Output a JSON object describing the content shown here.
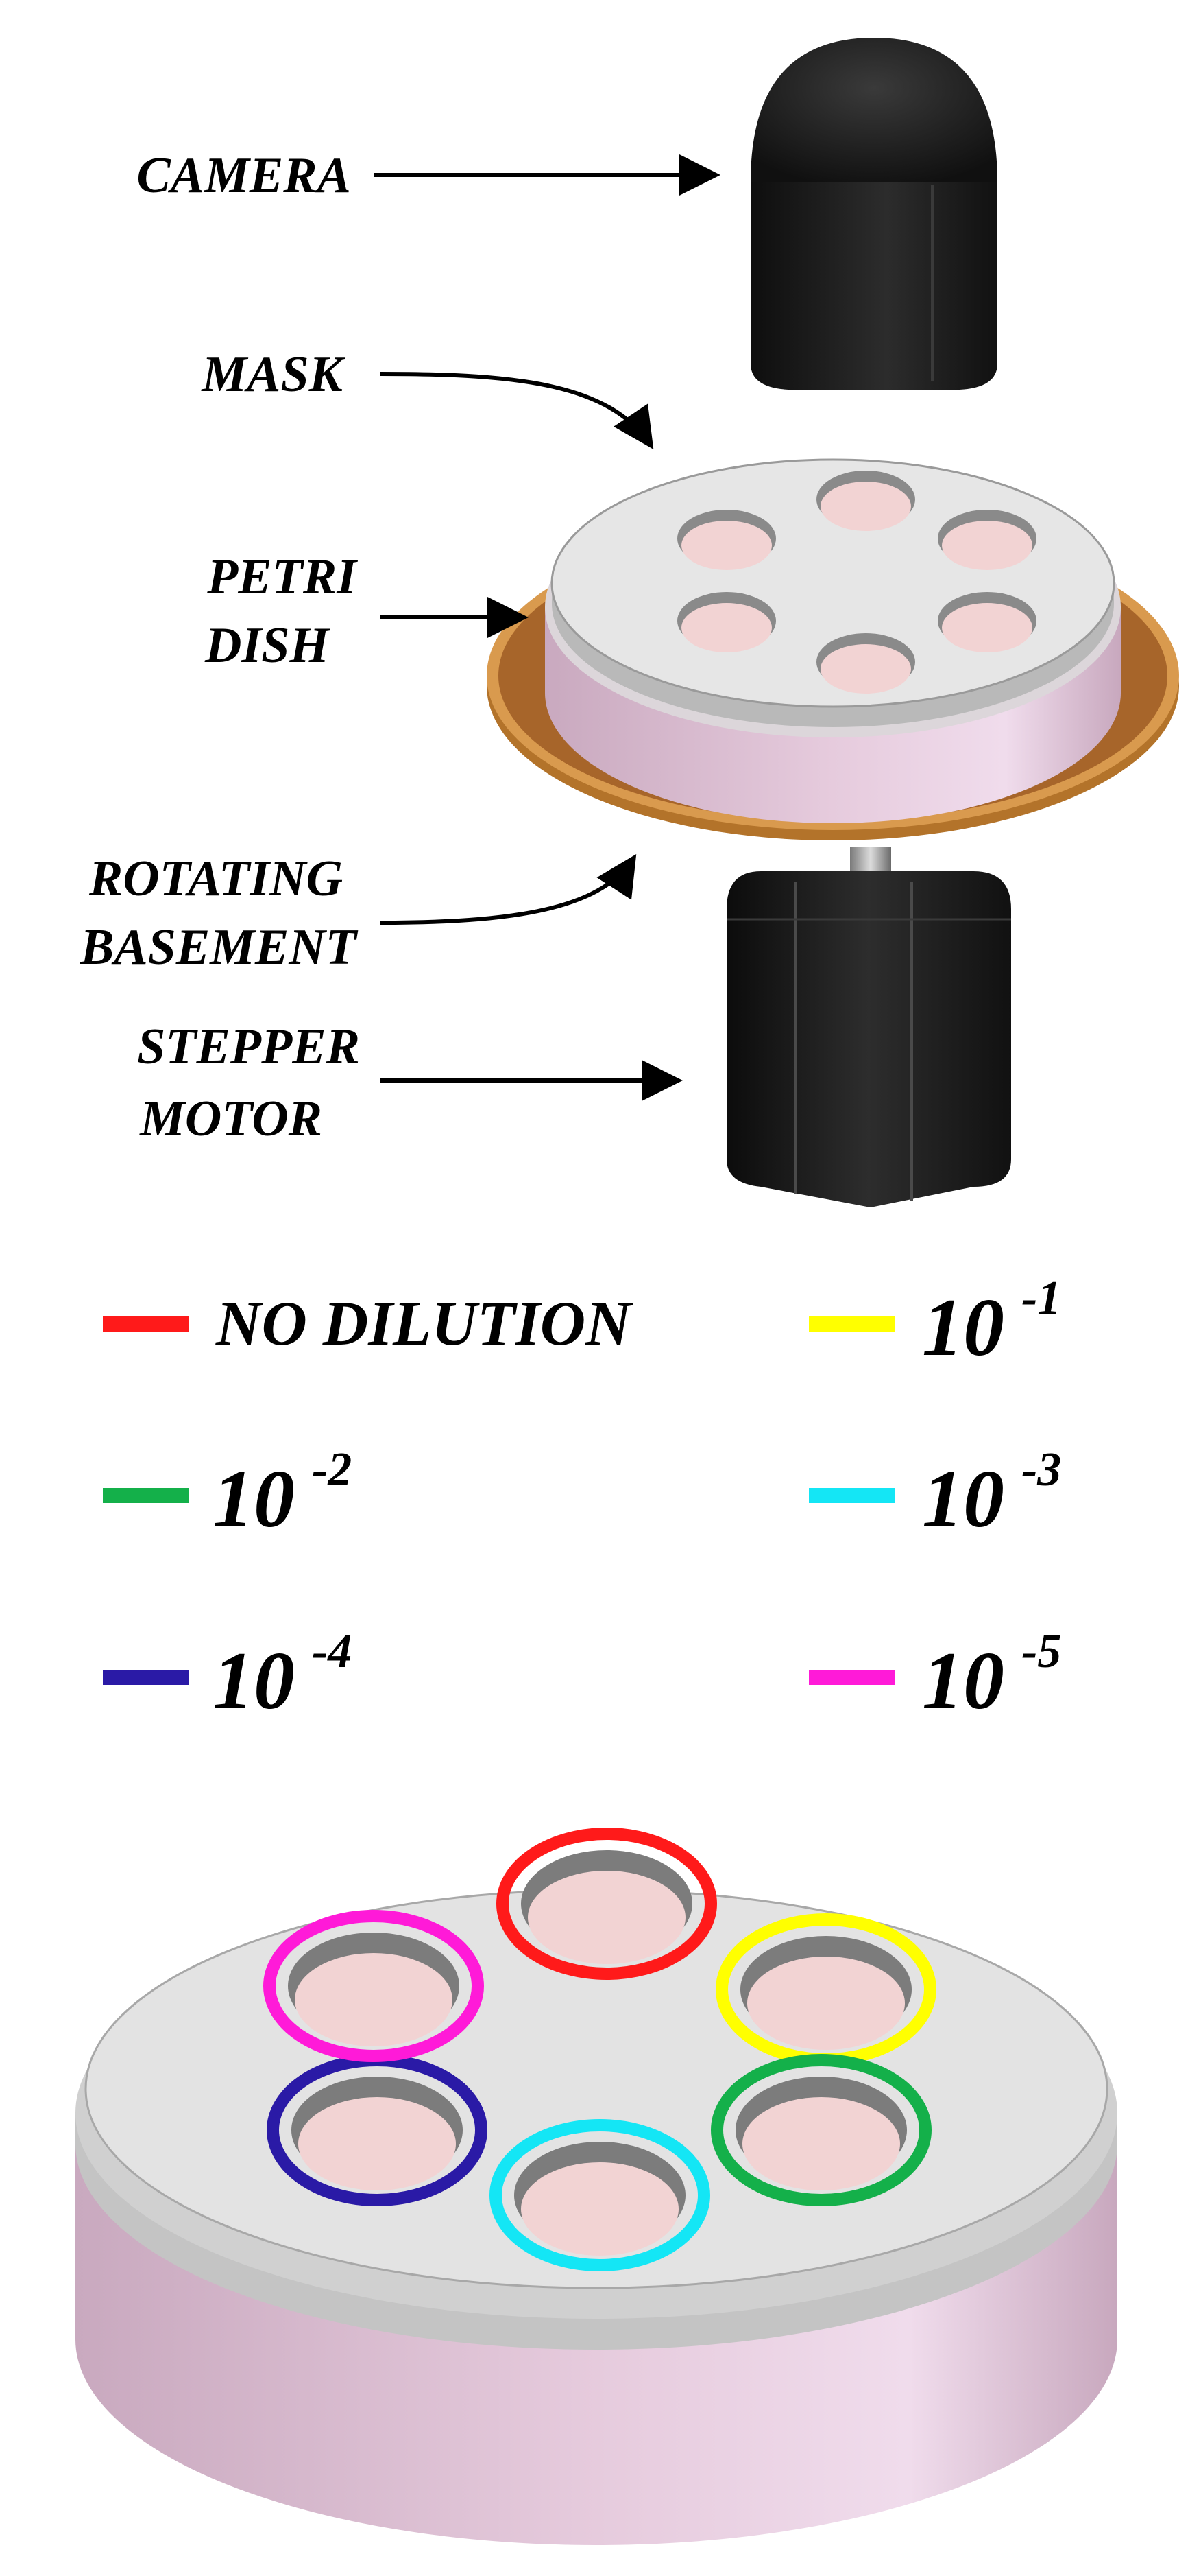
{
  "callouts": {
    "camera": "CAMERA",
    "mask": "MASK",
    "petri_dish": [
      "PETRI",
      "DISH"
    ],
    "rotating_basement": [
      "ROTATING",
      "BASEMENT"
    ],
    "stepper_motor": [
      "STEPPER",
      "MOTOR"
    ]
  },
  "legend": [
    {
      "label": "NO DILUTION",
      "base": "",
      "exponent": "",
      "color": "#ff1a1a"
    },
    {
      "label": "",
      "base": "10",
      "exponent": "-1",
      "color": "#ffff00"
    },
    {
      "label": "",
      "base": "10",
      "exponent": "-2",
      "color": "#14b04a"
    },
    {
      "label": "",
      "base": "10",
      "exponent": "-3",
      "color": "#14e6f5"
    },
    {
      "label": "",
      "base": "10",
      "exponent": "-4",
      "color": "#2a1aa6"
    },
    {
      "label": "",
      "base": "10",
      "exponent": "-5",
      "color": "#ff1ad8"
    }
  ],
  "colors": {
    "mask_top": "#e4e4e4",
    "dish_side": "#e0c6d8",
    "well_fill": "#f2d3d3",
    "basement_ring": "#c98a3a",
    "device_body": "#1e1e1e"
  },
  "icons": [
    "camera-icon",
    "stepper-motor-icon"
  ]
}
